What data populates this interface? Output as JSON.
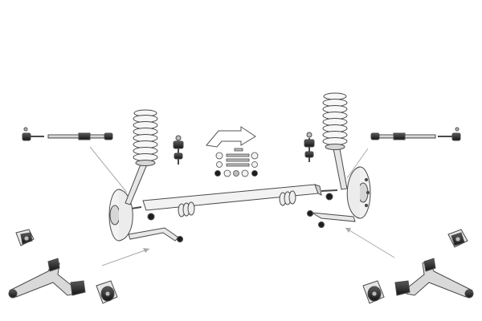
{
  "diagram": {
    "kind": "exploded-parts-view",
    "background": "#ffffff",
    "palette": {
      "line": "#4a4a4a",
      "light_fill": "#f2f2f2",
      "mid_fill": "#d6d6d6",
      "dark_fill": "#1e1e1e",
      "metal": "#bdbdbd",
      "arrow": "#a9a9a9"
    },
    "parts": {
      "center_assembly": [
        "steering-rack",
        "coil-spring-left",
        "coil-spring-right",
        "strut-left",
        "strut-right",
        "brake-disc-left",
        "brake-disc-right",
        "drop-link-left",
        "drop-link-right"
      ],
      "accessories": [
        "return-arrow-icon",
        "mounting-kit"
      ],
      "left_side": [
        "tie-rod-left",
        "bushing-upper-left",
        "control-arm-left",
        "bushing-lower-left"
      ],
      "right_side": [
        "tie-rod-right",
        "bushing-upper-right",
        "control-arm-right",
        "bushing-lower-right"
      ]
    }
  }
}
